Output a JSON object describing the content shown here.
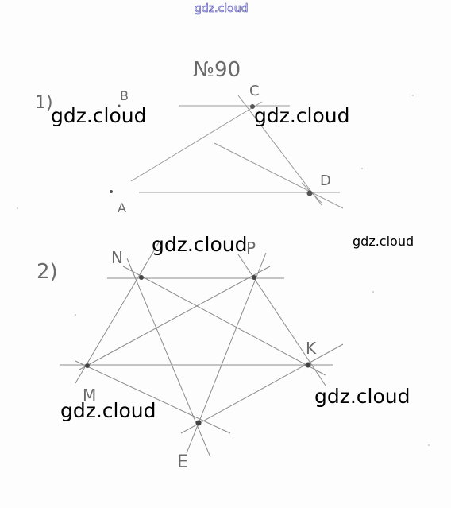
{
  "header_watermark": "gdz.cloud",
  "task_number": "№90",
  "part1": {
    "label": "1)",
    "points": {
      "B": "B",
      "C": "C",
      "A": "A",
      "D": "D"
    }
  },
  "part2": {
    "label": "2)",
    "points": {
      "N": "N",
      "P": "P",
      "M": "M",
      "K": "K",
      "E": "E"
    }
  },
  "watermarks": [
    "gdz.cloud",
    "gdz.cloud",
    "gdz.cloud",
    "gdz.cloud",
    "gdz.cloud",
    "gdz.cloud"
  ],
  "colors": {
    "pencil": "#8a8a8a",
    "pencil_dark": "#555555",
    "watermark_outline": "#3a3aaa"
  }
}
